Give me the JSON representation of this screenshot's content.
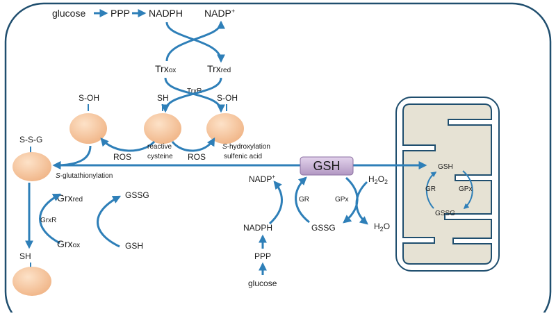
{
  "colors": {
    "arrow": "#2e7fb8",
    "cell_border": "#1f4e6e",
    "organelle_fill": "#e6e2d4",
    "blob_fill": "#f6c69e",
    "gsh_box": "#c9b3d6"
  },
  "top": {
    "glucose": "glucose",
    "ppp": "PPP",
    "nadph": "NADPH",
    "nadp": "NADP",
    "nadp_sup": "+",
    "trx_ox_main": "Trx",
    "trx_ox_sub": "ox",
    "trx_red_main": "Trx",
    "trx_red_sub": "red",
    "trxr": "TrxR"
  },
  "cysteine": {
    "s_oh_left": "S-OH",
    "sh": "SH",
    "s_oh_right": "S-OH",
    "ros_left": "ROS",
    "ros_right": "ROS",
    "reactive_line1": "reactive",
    "reactive_line2": "cysteine",
    "hydrox_prefix": "S",
    "hydrox_line1": "-hydroxylation",
    "hydrox_line2": "sulfenic acid"
  },
  "left": {
    "ssg": "S-S-G",
    "glut_prefix": "S",
    "glut_rest": "-glutathionylation",
    "grx_red_main": "Grx",
    "grx_red_sub": "red",
    "grx_ox_main": "Grx",
    "grx_ox_sub": "ox",
    "grxr": "GrxR",
    "gssg": "GSSG",
    "gsh": "GSH",
    "sh_bottom": "SH"
  },
  "center": {
    "gsh": "GSH",
    "nadp": "NADP",
    "nadp_sup": "+",
    "gr": "GR",
    "gpx": "GPx",
    "h2o2_h": "H",
    "h2o2_2a": "2",
    "h2o2_o": "O",
    "h2o2_2b": "2",
    "h2o_h": "H",
    "h2o_2": "2",
    "h2o_o": "O",
    "nadph": "NADPH",
    "gssg": "GSSG",
    "ppp": "PPP",
    "glucose": "glucose"
  },
  "mito": {
    "gsh": "GSH",
    "gr": "GR",
    "gpx": "GPx",
    "gssg": "GSSG"
  }
}
